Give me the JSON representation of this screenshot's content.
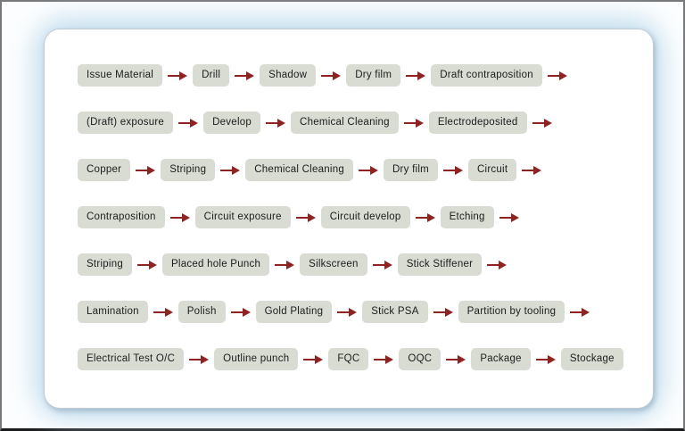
{
  "colors": {
    "arrow": "#8e2321",
    "box_bg": "#d9dcd3",
    "box_text": "#1c1c1c",
    "card_bg": "#ffffff",
    "glow": "#c6dfef"
  },
  "flowchart": {
    "rows": [
      {
        "steps": [
          "Issue Material",
          "Drill",
          "Shadow",
          "Dry film",
          "Draft contraposition"
        ],
        "trailing_arrow": true
      },
      {
        "steps": [
          "(Draft) exposure",
          "Develop",
          "Chemical Cleaning",
          "Electrodeposited"
        ],
        "trailing_arrow": true
      },
      {
        "steps": [
          "Copper",
          "Striping",
          "Chemical Cleaning",
          "Dry film",
          "Circuit"
        ],
        "trailing_arrow": true
      },
      {
        "steps": [
          "Contraposition",
          "Circuit exposure",
          "Circuit develop",
          "Etching"
        ],
        "trailing_arrow": true
      },
      {
        "steps": [
          "Striping",
          "Placed hole Punch",
          "Silkscreen",
          "Stick Stiffener"
        ],
        "trailing_arrow": true
      },
      {
        "steps": [
          "Lamination",
          "Polish",
          "Gold Plating",
          "Stick PSA",
          "Partition by tooling"
        ],
        "trailing_arrow": true
      },
      {
        "steps": [
          "Electrical Test O/C",
          "Outline punch",
          "FQC",
          "OQC",
          "Package",
          "Stockage"
        ],
        "trailing_arrow": false
      }
    ]
  }
}
